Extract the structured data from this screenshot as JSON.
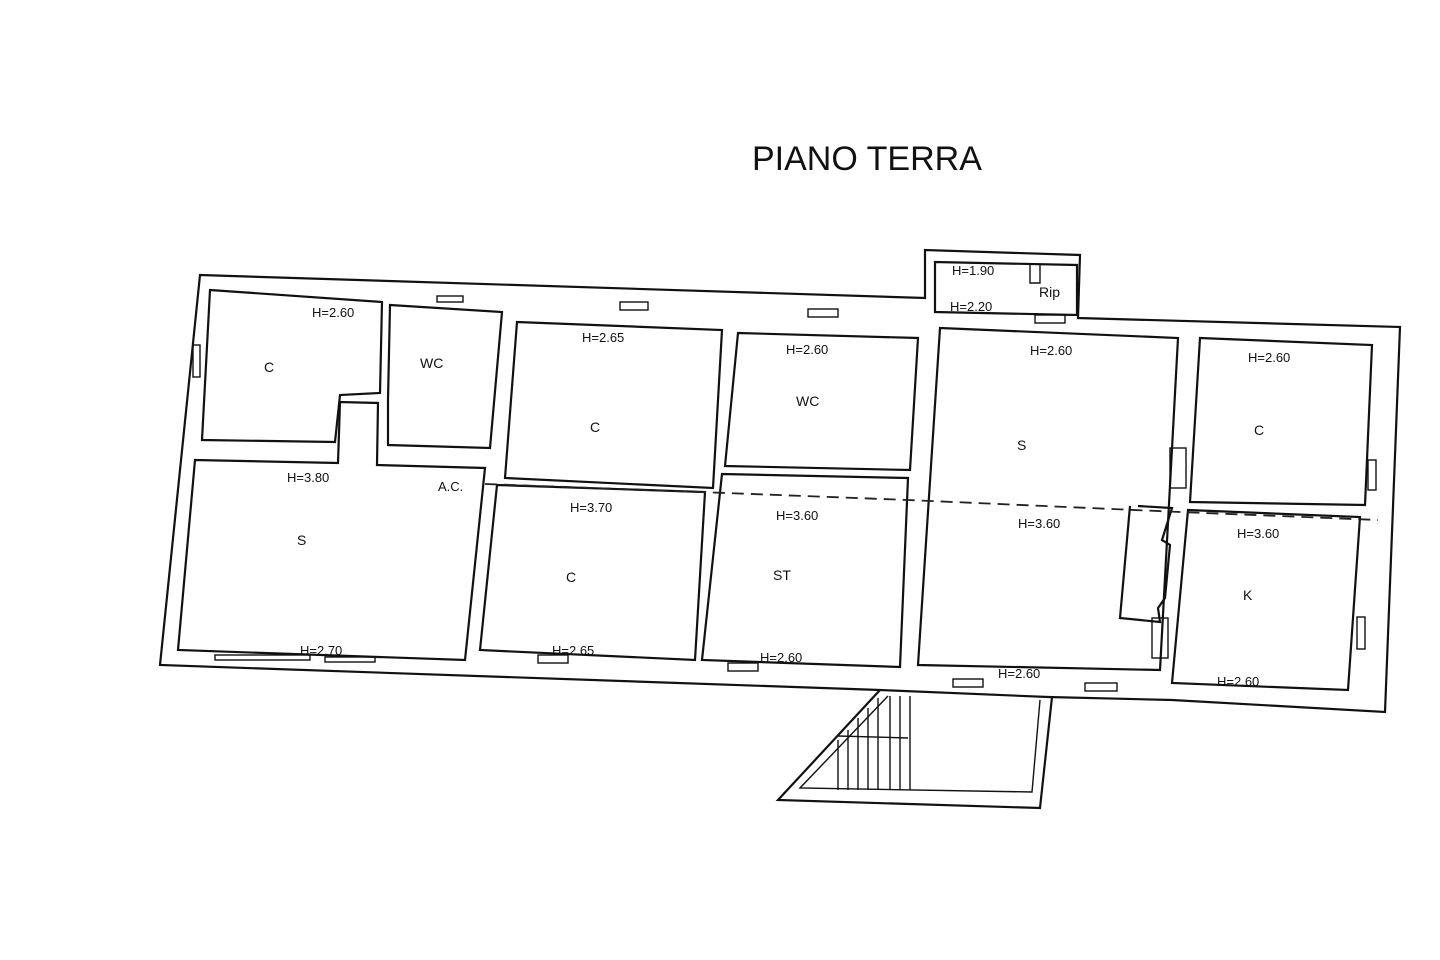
{
  "title": "PIANO TERRA",
  "annotation": "A.C.",
  "rooms": [
    {
      "name": "C",
      "heights": [
        "H=2.60"
      ]
    },
    {
      "name": "WC",
      "heights": []
    },
    {
      "name": "S",
      "heights": [
        "H=3.80",
        "H=2.70"
      ]
    },
    {
      "name": "C",
      "heights": [
        "H=2.65"
      ]
    },
    {
      "name": "C",
      "heights": [
        "H=3.70",
        "H=2.65"
      ]
    },
    {
      "name": "WC",
      "heights": [
        "H=2.60"
      ]
    },
    {
      "name": "ST",
      "heights": [
        "H=3.60",
        "H=2.60"
      ]
    },
    {
      "name": "S",
      "heights": [
        "H=2.60",
        "H=3.60",
        "H=2.60"
      ]
    },
    {
      "name": "C",
      "heights": [
        "H=2.60"
      ]
    },
    {
      "name": "K",
      "heights": [
        "H=3.60",
        "H=2.60"
      ]
    },
    {
      "name": "Rip",
      "heights": [
        "H=1.90",
        "H=2.20"
      ]
    }
  ]
}
